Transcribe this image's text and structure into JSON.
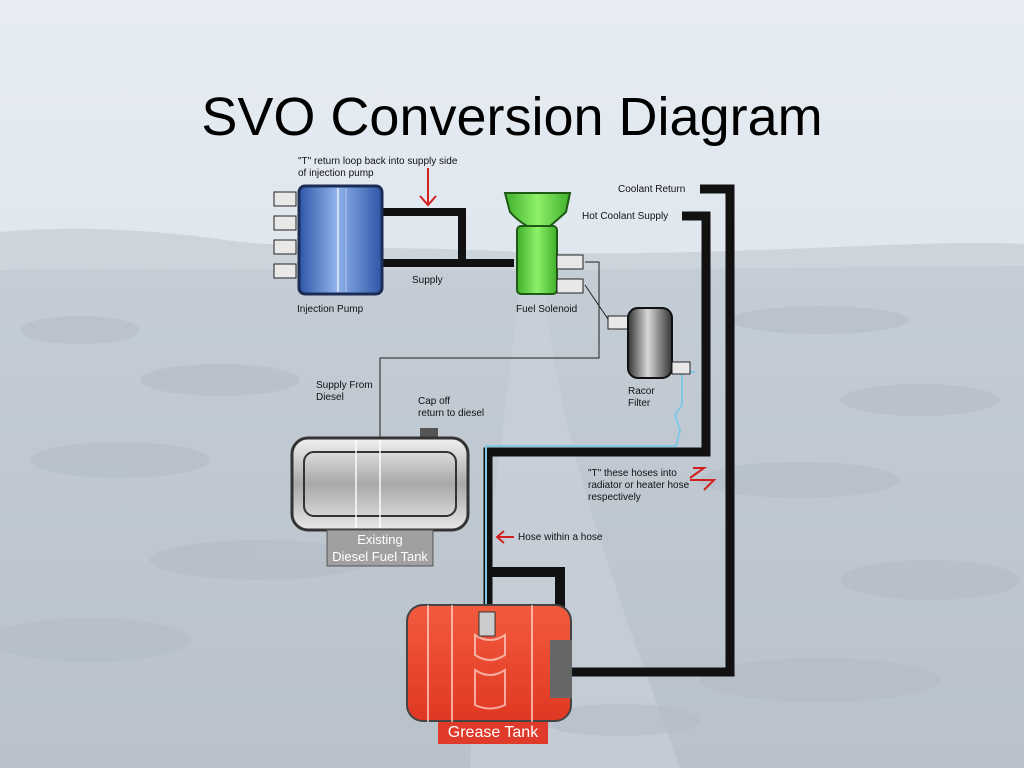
{
  "slide": {
    "title": "SVO Conversion Diagram"
  },
  "labels": {
    "t_return": "\"T\" return loop back into supply side\nof injection pump",
    "coolant_return": "Coolant Return",
    "hot_coolant_supply": "Hot Coolant Supply",
    "supply": "Supply",
    "injection_pump": "Injection Pump",
    "fuel_solenoid": "Fuel Solenoid",
    "racor_filter": "Racor\nFilter",
    "supply_from_diesel": "Supply From\nDiesel",
    "cap_off": "Cap off\nreturn to diesel",
    "t_hoses": "\"T\" these hoses into\nradiator or heater hose\nrespectively",
    "hose_within_hose": "Hose within a hose",
    "diesel_tank": "Existing\nDiesel Fuel Tank",
    "grease_tank": "Grease Tank"
  },
  "colors": {
    "pump_blue": "#4a78c8",
    "solenoid_green": "#5fd43a",
    "grease_red": "#e8402a",
    "arrow_red": "#d21f1f",
    "label_bg_red": "#e03a2a"
  }
}
